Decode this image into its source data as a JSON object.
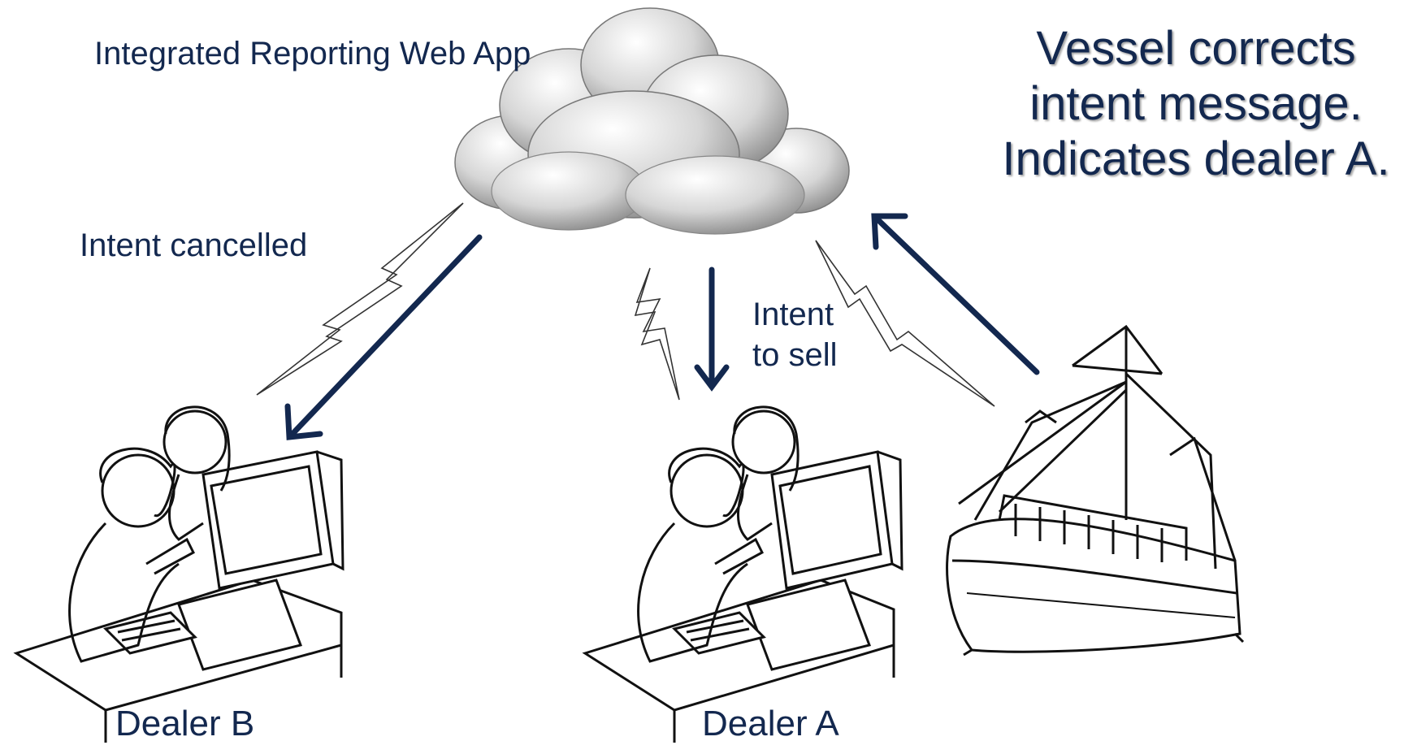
{
  "cloud": {
    "label": "Integrated Reporting Web App",
    "icon": "cloud-icon"
  },
  "callout": {
    "text": "Vessel corrects intent message. Indicates dealer A."
  },
  "messages": {
    "cancel": "Intent cancelled",
    "sell_line1": "Intent",
    "sell_line2": "to sell"
  },
  "nodes": {
    "dealer_b": "Dealer B",
    "dealer_a": "Dealer A",
    "vessel_icon": "fishing-boat-icon",
    "dealer_icon": "office-workers-computer-icon"
  },
  "colors": {
    "text": "#13284f",
    "arrow": "#13284f"
  }
}
